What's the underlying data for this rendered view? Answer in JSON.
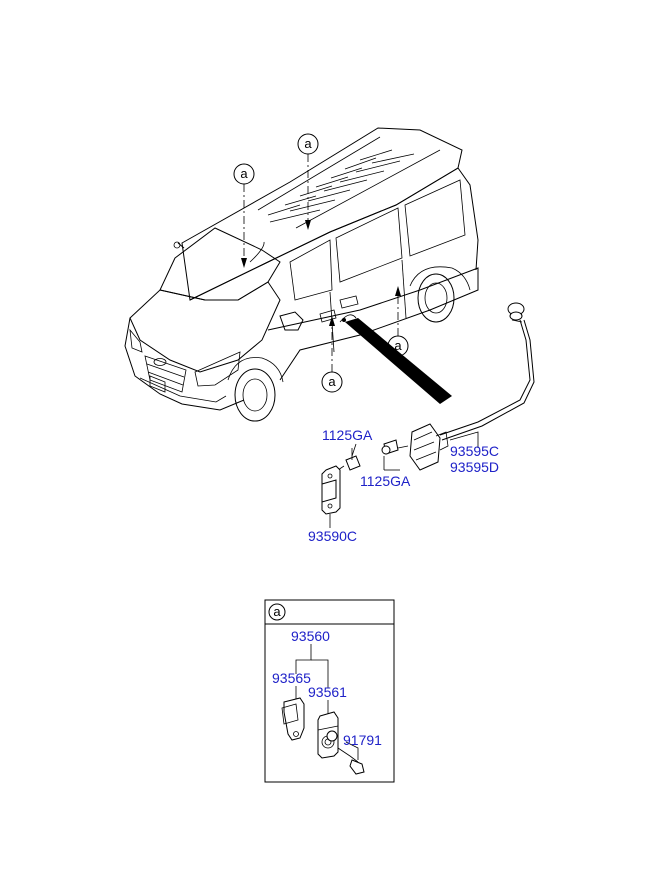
{
  "callout_letter": "a",
  "part_numbers": {
    "bolt_upper": "1125GA",
    "bolt_lower": "1125GA",
    "switch_assembly_c": "93595C",
    "switch_assembly_d": "93595D",
    "door_switch": "93590C",
    "detail_assembly": "93560",
    "detail_switch": "93565",
    "detail_bracket": "93561",
    "detail_screw": "91791"
  }
}
